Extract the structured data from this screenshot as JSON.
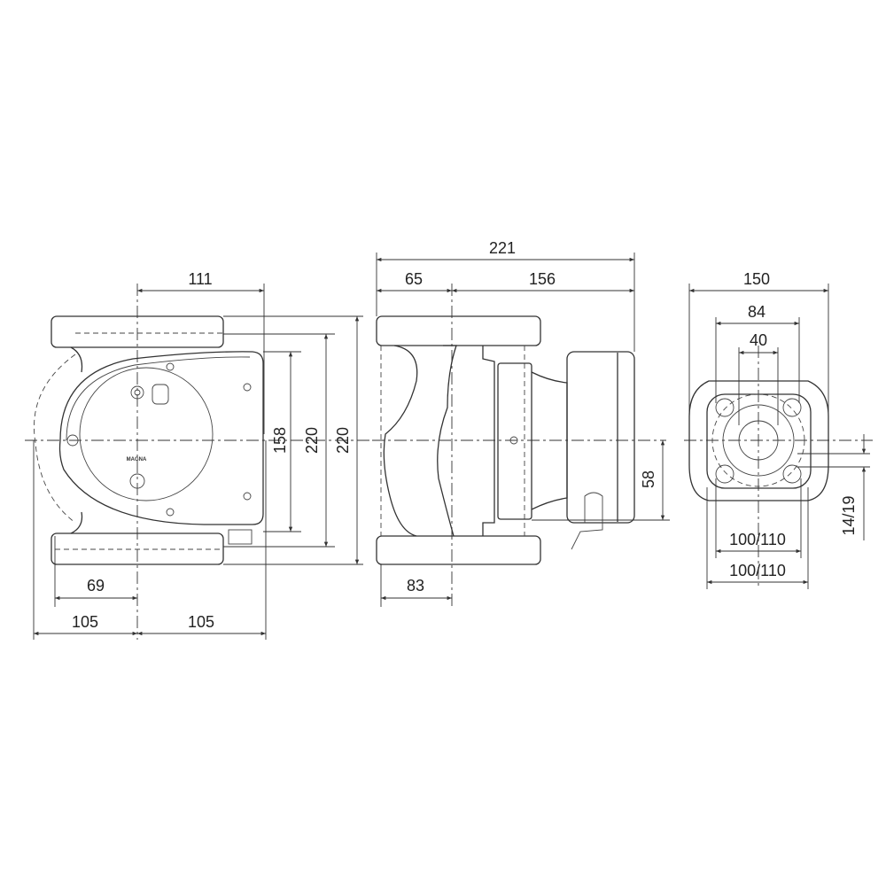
{
  "front_view": {
    "logo_text": "MAGNA",
    "dims": {
      "d111": "111",
      "d158": "158",
      "d220_inner": "220",
      "d220_outer": "220",
      "d69": "69",
      "d105_left": "105",
      "d105_right": "105"
    }
  },
  "side_view": {
    "dims": {
      "d221": "221",
      "d65": "65",
      "d156": "156",
      "d58": "58",
      "d83": "83"
    }
  },
  "flange_view": {
    "dims": {
      "d150": "150",
      "d84": "84",
      "d40": "40",
      "d100_110_upper": "100/110",
      "d100_110_lower": "100/110",
      "d14_19": "14/19"
    }
  }
}
